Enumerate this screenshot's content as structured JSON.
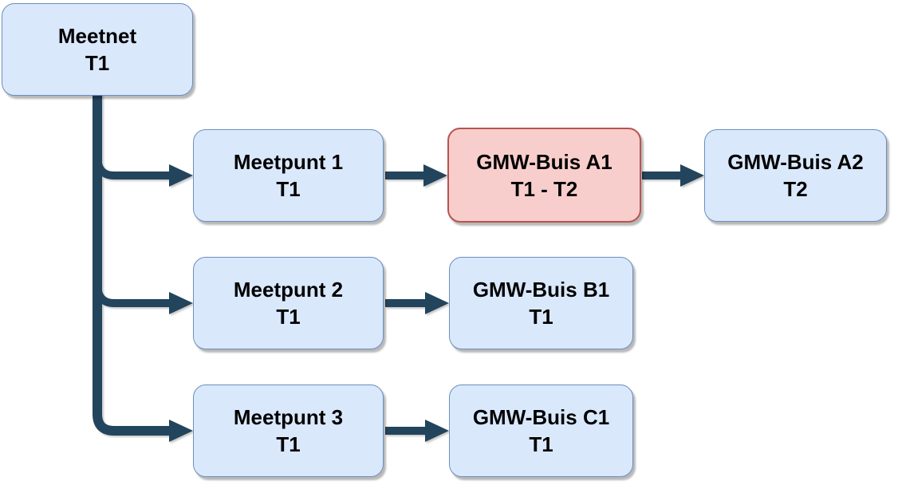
{
  "colors": {
    "background": "#ffffff",
    "text": "#000000",
    "node-fill-blue": "#dae8fc",
    "node-border-blue": "#6c8ebf",
    "node-fill-red": "#f8cecc",
    "node-border-red": "#b85450",
    "connector": "#23445d"
  },
  "diagram": {
    "nodes": [
      {
        "id": "meetnet",
        "label": "Meetnet",
        "sublabel": "T1",
        "variant": "blue"
      },
      {
        "id": "meetpunt-1",
        "label": "Meetpunt 1",
        "sublabel": "T1",
        "variant": "blue"
      },
      {
        "id": "gmw-buis-a1",
        "label": "GMW-Buis A1",
        "sublabel": "T1 - T2",
        "variant": "red"
      },
      {
        "id": "gmw-buis-a2",
        "label": "GMW-Buis A2",
        "sublabel": "T2",
        "variant": "blue"
      },
      {
        "id": "meetpunt-2",
        "label": "Meetpunt 2",
        "sublabel": "T1",
        "variant": "blue"
      },
      {
        "id": "gmw-buis-b1",
        "label": "GMW-Buis B1",
        "sublabel": "T1",
        "variant": "blue"
      },
      {
        "id": "meetpunt-3",
        "label": "Meetpunt 3",
        "sublabel": "T1",
        "variant": "blue"
      },
      {
        "id": "gmw-buis-c1",
        "label": "GMW-Buis C1",
        "sublabel": "T1",
        "variant": "blue"
      }
    ],
    "edges": [
      {
        "from": "meetnet",
        "to": "meetpunt-1"
      },
      {
        "from": "meetnet",
        "to": "meetpunt-2"
      },
      {
        "from": "meetnet",
        "to": "meetpunt-3"
      },
      {
        "from": "meetpunt-1",
        "to": "gmw-buis-a1"
      },
      {
        "from": "gmw-buis-a1",
        "to": "gmw-buis-a2"
      },
      {
        "from": "meetpunt-2",
        "to": "gmw-buis-b1"
      },
      {
        "from": "meetpunt-3",
        "to": "gmw-buis-c1"
      }
    ]
  }
}
